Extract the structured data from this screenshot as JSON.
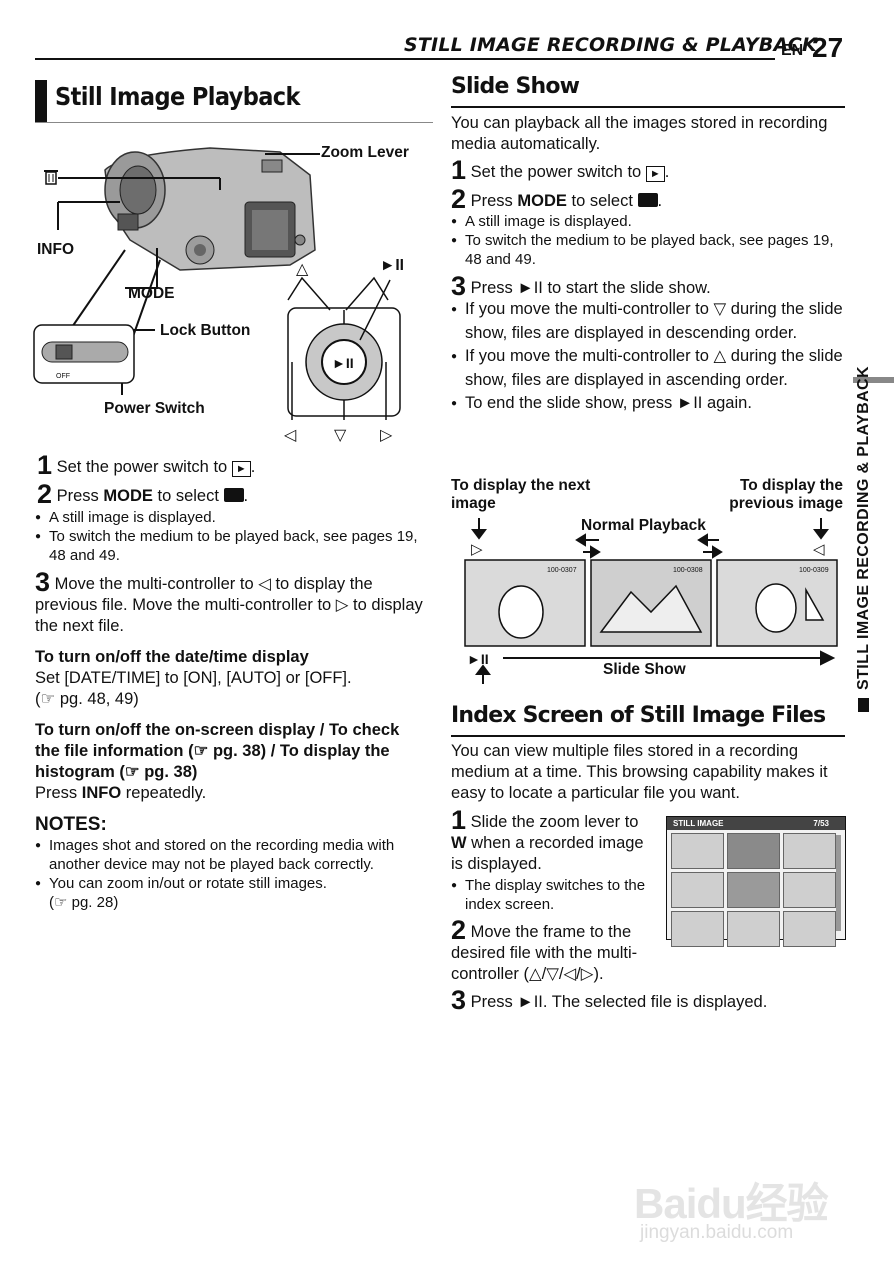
{
  "header": {
    "title": "STILL IMAGE RECORDING & PLAYBACK",
    "lang": "EN",
    "page_number": "27"
  },
  "left": {
    "heading": "Still Image Playback",
    "diagram": {
      "zoom_lever": "Zoom Lever",
      "info": "INFO",
      "mode": "MODE",
      "lock_button": "Lock Button",
      "power_switch": "Power Switch",
      "play_pause": "►II",
      "off": "OFF"
    },
    "step1_num": "1",
    "step1_text": "Set the power switch to",
    "step2_num": "2",
    "step2_pre": "Press",
    "step2_mode": "MODE",
    "step2_post": "to select",
    "bullet1": "A still image is displayed.",
    "bullet2": "To switch the medium to be played back, see pages 19, 48 and 49.",
    "step3_num": "3",
    "step3_text": "Move the multi-controller to ◁ to display the previous file. Move the multi-controller to ▷ to display the next file.",
    "sub1_title": "To turn on/off the date/time display",
    "sub1_text": "Set [DATE/TIME] to [ON], [AUTO] or [OFF].",
    "sub1_ref": "(☞ pg. 48, 49)",
    "sub2_title": "To turn on/off the on-screen display / To check the file information (☞ pg. 38) / To display the histogram (☞ pg. 38)",
    "sub2_pre": "Press",
    "sub2_info": "INFO",
    "sub2_post": "repeatedly.",
    "notes_title": "NOTES:",
    "note1": "Images shot and stored on the recording media with another device may not be played back correctly.",
    "note2": "You can zoom in/out or rotate still images.",
    "note2_ref": "(☞ pg. 28)"
  },
  "right": {
    "slideshow_heading": "Slide Show",
    "intro": "You can playback all the images stored in recording media automatically.",
    "step1_num": "1",
    "step1_text": "Set the power switch to",
    "step2_num": "2",
    "step2_pre": "Press",
    "step2_mode": "MODE",
    "step2_post": "to select",
    "bullet1": "A still image is displayed.",
    "bullet2": "To switch the medium to be played back, see pages 19, 48 and 49.",
    "step3_num": "3",
    "step3_text": "Press ►II to start the slide show.",
    "ss_b1": "If you move the multi-controller to ▽ during the slide show, files are displayed in descending order.",
    "ss_b2": "If you move the multi-controller to △ during the slide show, files are displayed in ascending order.",
    "ss_b3": "To end the slide show, press ►II again.",
    "fig": {
      "next_image": "To display the next image",
      "prev_image": "To display the previous image",
      "normal_playback": "Normal Playback",
      "slide_show": "Slide Show",
      "play_pause": "►II",
      "file1": "100-0307",
      "file2": "100-0308",
      "file3": "100-0309"
    },
    "index_heading": "Index Screen of Still Image Files",
    "index_intro": "You can view multiple files stored in a recording medium at a time. This browsing capability makes it easy to locate a particular file you want.",
    "idx_step1_num": "1",
    "idx_step1_pre": "Slide the zoom lever to",
    "idx_step1_w": "W",
    "idx_step1_post": "when a recorded image is displayed.",
    "idx_bullet": "The display switches to the index screen.",
    "idx_step2_num": "2",
    "idx_step2_text": "Move the frame to the desired file with the multi-controller (△/▽/◁/▷).",
    "idx_step3_num": "3",
    "idx_step3_text": "Press ►II. The selected file is displayed.",
    "index_screen": {
      "title": "STILL IMAGE",
      "count": "7/53"
    }
  },
  "sidebar": {
    "text": "STILL IMAGE RECORDING & PLAYBACK"
  },
  "watermark": {
    "brand": "Baidu经验",
    "url": "jingyan.baidu.com"
  }
}
